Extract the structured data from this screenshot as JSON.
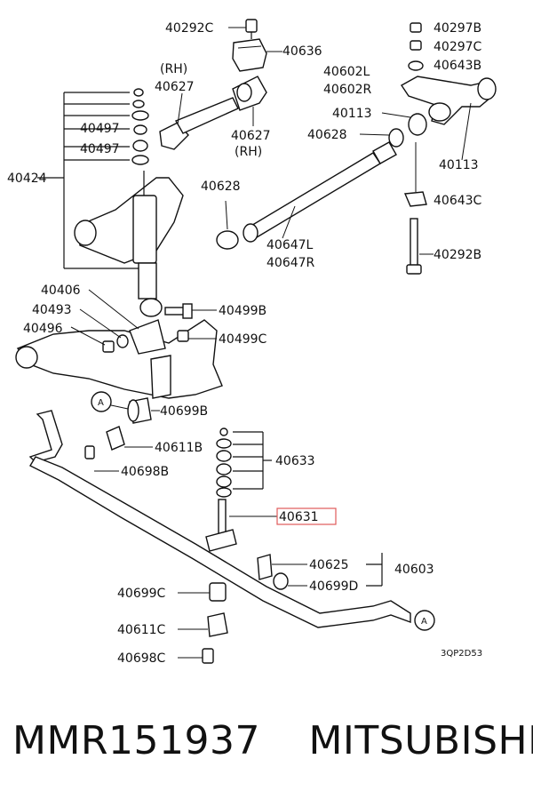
{
  "diagram": {
    "code": "3QP2D53",
    "ref_marker": "A",
    "highlight_color": "#e05a5a",
    "parts": {
      "p40292C": "40292C",
      "p40636": "40636",
      "rh1": "(RH)",
      "p40627a": "40627",
      "p40627b": "40627",
      "rh2": "(RH)",
      "p40297B": "40297B",
      "p40297C": "40297C",
      "p40643B": "40643B",
      "p40602L": "40602L",
      "p40602R": "40602R",
      "p40113a": "40113",
      "p40628a": "40628",
      "p40113b": "40113",
      "p40497a": "40497",
      "p40497b": "40497",
      "p40424": "40424",
      "p40628b": "40628",
      "p40643C": "40643C",
      "p40647L": "40647L",
      "p40647R": "40647R",
      "p40292B": "40292B",
      "p40406": "40406",
      "p40493": "40493",
      "p40499B": "40499B",
      "p40496": "40496",
      "p40499C": "40499C",
      "p40699B": "40699B",
      "p40611B": "40611B",
      "p40698B": "40698B",
      "p40633": "40633",
      "p40631": "40631",
      "p40625": "40625",
      "p40603": "40603",
      "p40699D": "40699D",
      "p40699C": "40699C",
      "p40611C": "40611C",
      "p40698C": "40698C"
    }
  },
  "footer": {
    "part_number": "MMR151937",
    "brand": "MITSUBISHI"
  }
}
